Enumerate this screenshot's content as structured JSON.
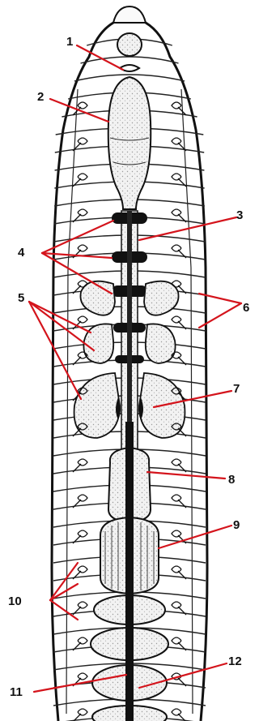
{
  "labels": [
    "1",
    "2",
    "3",
    "4",
    "5",
    "6",
    "7",
    "8",
    "9",
    "10",
    "11",
    "12"
  ],
  "colors": {
    "ink": "#111111",
    "leader": "#d4141c",
    "fill": "#f4f4f4",
    "stipple": "#e2e2e2"
  }
}
